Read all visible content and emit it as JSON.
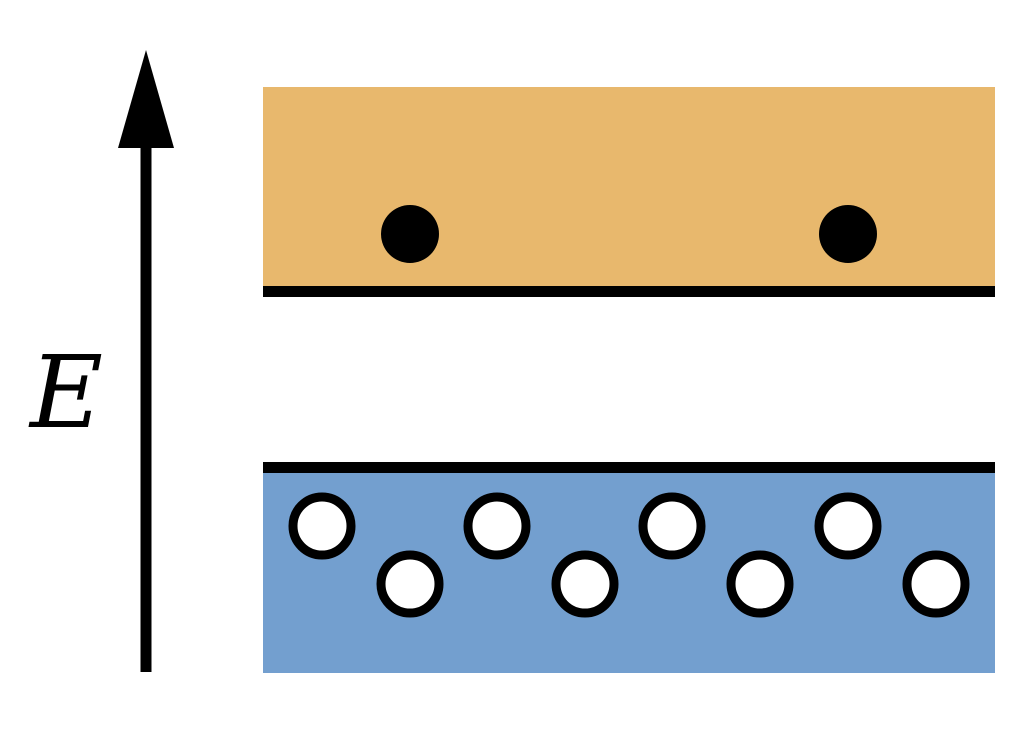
{
  "axis": {
    "label": "E",
    "direction": "up"
  },
  "colors": {
    "conduction_band": "#e8b86d",
    "valence_band": "#739fcf",
    "edge": "#000000",
    "electron": "#000000",
    "hole_fill": "#ffffff",
    "background": "#ffffff"
  },
  "conduction_band": {
    "name": "conduction-band",
    "electron_count": 2
  },
  "valence_band": {
    "name": "valence-band",
    "hole_count": 8
  }
}
